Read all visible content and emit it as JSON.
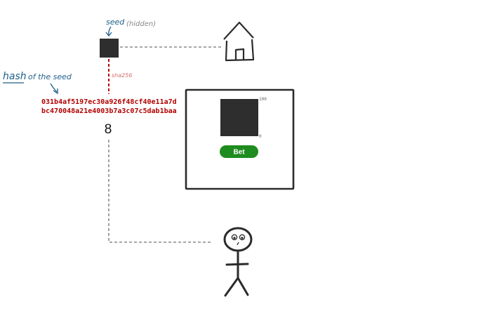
{
  "annotations": {
    "seed_label": "seed",
    "hidden_label": "(hidden)",
    "hash_word": "hash",
    "of_the_seed": "of the seed",
    "sha_label": "sha256"
  },
  "hash": {
    "line1": "031b4af5197ec30a926f48cf40e11a7d",
    "line2": "bc470048a21e4003b7a3c07c5dab1baa"
  },
  "result": {
    "value": "8"
  },
  "game": {
    "range_max": "100",
    "range_min": "0",
    "bet_label": "Bet"
  },
  "colors": {
    "ink": "#2b2b2b",
    "annotation": "#1f5f8b",
    "hash_red": "#b30000",
    "dashed_gray": "#8a8a8a",
    "sha_label": "#d47070",
    "bet_green": "#1e8c1e",
    "dark_fill": "#2e2e2e"
  },
  "icons": {
    "house": "house-icon",
    "person": "stick-figure-icon",
    "seed": "seed-square-icon"
  }
}
